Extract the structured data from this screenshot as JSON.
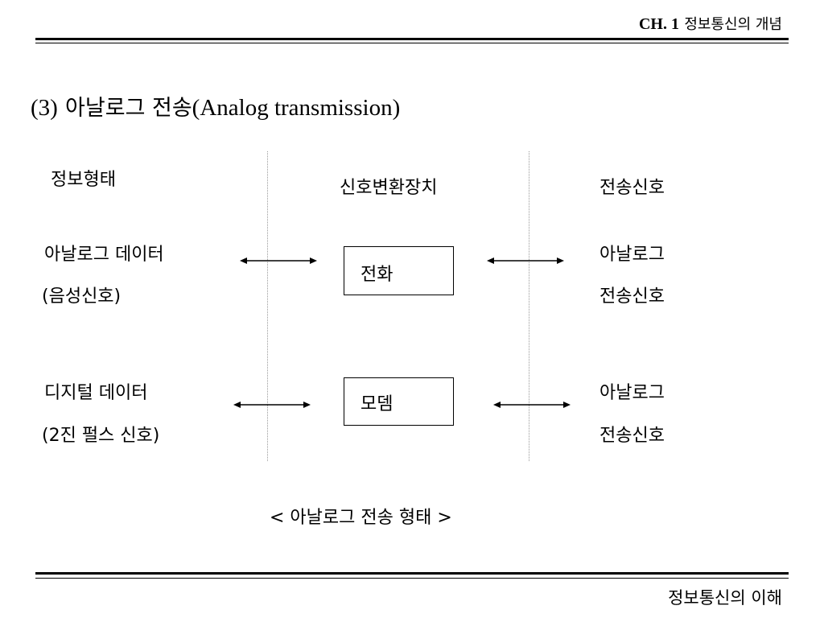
{
  "header": {
    "chapter": "CH. 1",
    "chapter_title": "정보통신의 개념"
  },
  "heading": {
    "number": "(3)",
    "title_ko": "아날로그 전송",
    "title_en": "(Analog transmission)"
  },
  "columns": {
    "info_form": "정보형태",
    "converter": "신호변환장치",
    "transmission_signal": "전송신호"
  },
  "rows": [
    {
      "info_line1": "아날로그 데이터",
      "info_line2": "(음성신호)",
      "device": "전화",
      "signal_line1": "아날로그",
      "signal_line2": "전송신호"
    },
    {
      "info_line1": "디지털 데이터",
      "info_line2": "(2진 펄스 신호)",
      "device": "모뎀",
      "signal_line1": "아날로그",
      "signal_line2": "전송신호"
    }
  ],
  "caption": "< 아날로그 전송 형태 >",
  "footer": {
    "title": "정보통신의 이해"
  }
}
